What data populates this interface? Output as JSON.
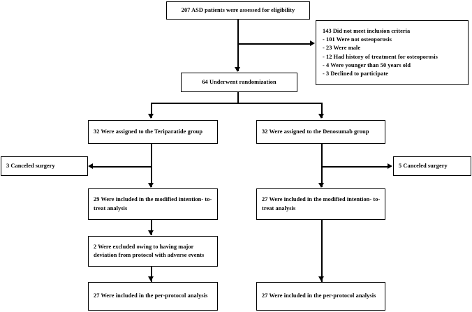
{
  "diagram": {
    "type": "flowchart",
    "title": "CONSORT participant flow diagram",
    "nodes": {
      "enrollment": {
        "label": "207 ASD patients were assessed for eligibility",
        "count": 207
      },
      "excluded": {
        "heading": "143 Did not meet inclusion criteria",
        "count": 143,
        "reasons": [
          "- 101 Were not osteoporosis",
          "- 23 Were male",
          "- 12 Had history of treatment for osteoporosis",
          "- 4 Were younger than 50 years old",
          "- 3 Declined to participate"
        ]
      },
      "randomization": {
        "label": "64 Underwent randomization",
        "count": 64
      },
      "teriparatide_assigned": {
        "label": "32 Were assigned to the Teriparatide group",
        "count": 32
      },
      "denosumab_assigned": {
        "label": "32 Were assigned to the Denosumab group",
        "count": 32
      },
      "teriparatide_canceled": {
        "label": "3 Canceled surgery",
        "count": 3
      },
      "denosumab_canceled": {
        "label": "5 Canceled surgery",
        "count": 5
      },
      "teriparatide_mitt": {
        "line1": "29 Were included in the modified intention-",
        "line2": "to-treat analysis",
        "count": 29
      },
      "denosumab_mitt": {
        "line1": "27 Were included in the modified intention-",
        "line2": "to-treat analysis",
        "count": 27
      },
      "teriparatide_excluded": {
        "line1": "2 Were excluded owing to having major",
        "line2": "deviation from protocol with adverse events",
        "count": 2
      },
      "teriparatide_pp": {
        "line1": "27 Were included in the per-protocol",
        "line2": "analysis",
        "count": 27
      },
      "denosumab_pp": {
        "line1": "27 Were included in the per-protocol",
        "line2": "analysis",
        "count": 27
      }
    },
    "colors": {
      "stroke": "#000000",
      "fill": "#ffffff",
      "text": "#000000"
    }
  }
}
